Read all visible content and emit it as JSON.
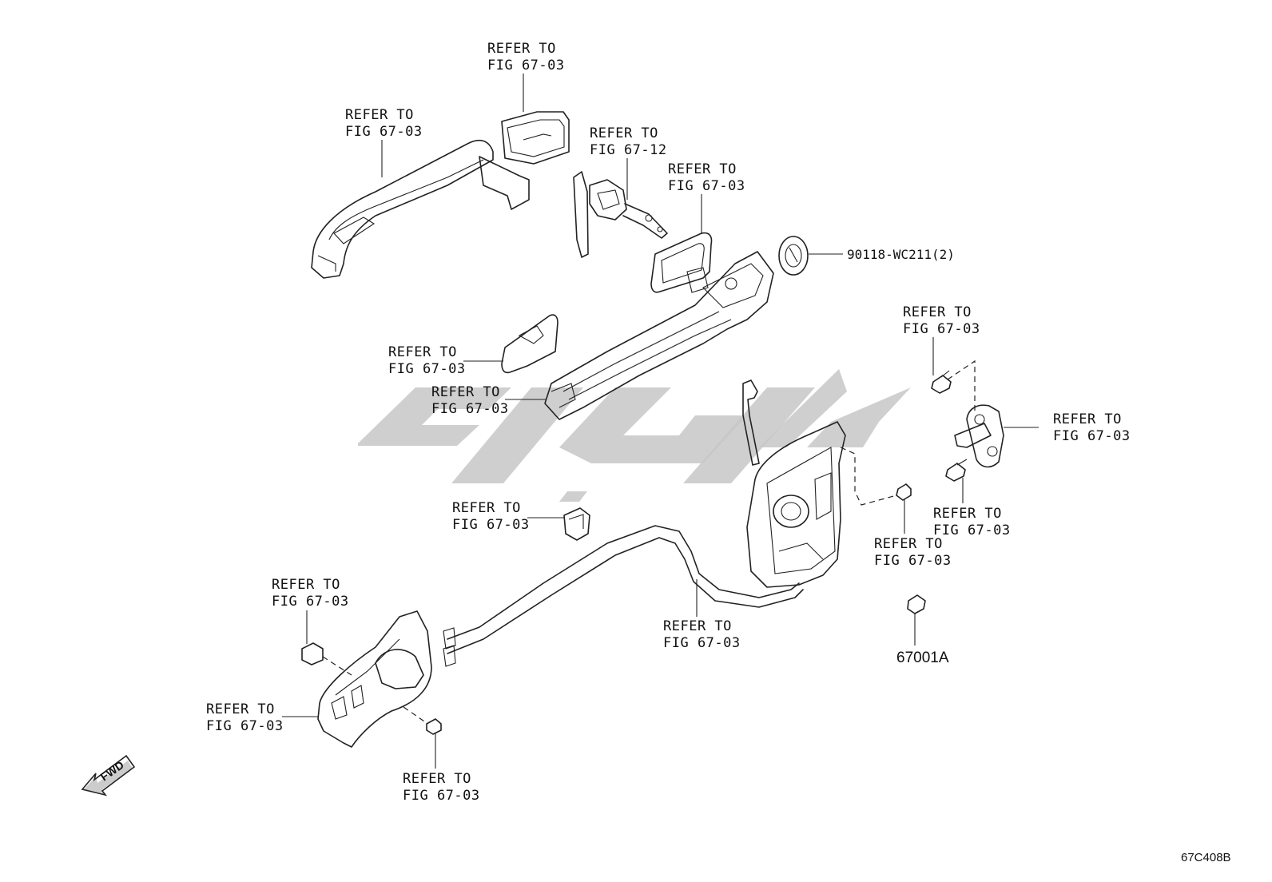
{
  "diagram": {
    "callouts": [
      {
        "id": "c1",
        "line1": "REFER TO",
        "line2": "FIG 67-03"
      },
      {
        "id": "c2",
        "line1": "REFER TO",
        "line2": "FIG 67-03"
      },
      {
        "id": "c3",
        "line1": "REFER TO",
        "line2": "FIG 67-12"
      },
      {
        "id": "c4",
        "line1": "REFER TO",
        "line2": "FIG 67-03"
      },
      {
        "id": "c5",
        "line1": "REFER TO",
        "line2": "FIG 67-03"
      },
      {
        "id": "c6",
        "line1": "REFER TO",
        "line2": "FIG 67-03"
      },
      {
        "id": "c7",
        "line1": "REFER TO",
        "line2": "FIG 67-03"
      },
      {
        "id": "c8",
        "line1": "REFER TO",
        "line2": "FIG 67-03"
      },
      {
        "id": "c9",
        "line1": "REFER TO",
        "line2": "FIG 67-03"
      },
      {
        "id": "c10",
        "line1": "REFER TO",
        "line2": "FIG 67-03"
      },
      {
        "id": "c11",
        "line1": "REFER TO",
        "line2": "FIG 67-03"
      },
      {
        "id": "c12",
        "line1": "REFER TO",
        "line2": "FIG 67-03"
      },
      {
        "id": "c13",
        "line1": "REFER TO",
        "line2": "FIG 67-03"
      },
      {
        "id": "c14",
        "line1": "REFER TO",
        "line2": "FIG 67-03"
      },
      {
        "id": "c15",
        "line1": "REFER TO",
        "line2": "FIG 67-03"
      }
    ],
    "part_numbers": {
      "grommet": "90118-WC211(2)",
      "bumper": "67001A"
    },
    "fwd_label": "FWD",
    "figure_code": "67C408B",
    "watermark_color": "#c7c7c7"
  }
}
